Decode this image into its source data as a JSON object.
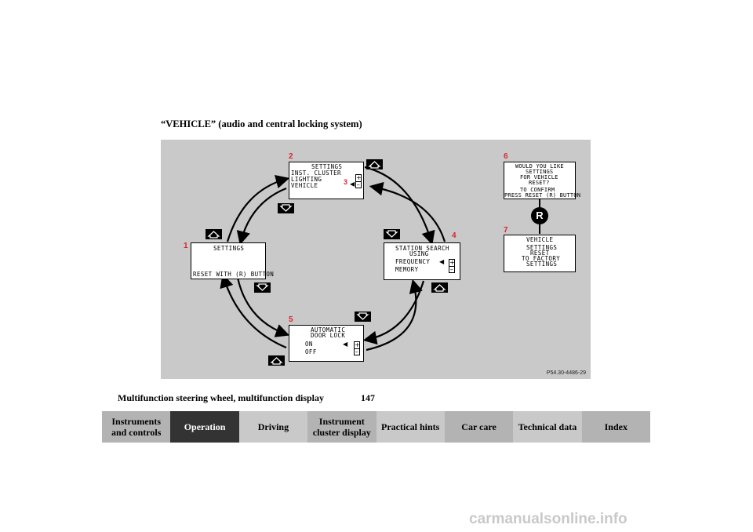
{
  "heading": "“VEHICLE” (audio and central locking system)",
  "screens": {
    "s1": {
      "number": "1",
      "lines": [
        "SETTINGS",
        "RESET WITH (R) BUTTON"
      ]
    },
    "s2": {
      "number": "2",
      "lines": [
        "SETTINGS",
        "INST. CLUSTER",
        "LIGHTING",
        "VEHICLE"
      ],
      "marker": "3"
    },
    "s4": {
      "number": "4",
      "lines": [
        "STATION SEARCH",
        "USING",
        "FREQUENCY",
        "MEMORY"
      ]
    },
    "s5": {
      "number": "5",
      "lines": [
        "AUTOMATIC",
        "DOOR LOCK",
        "ON",
        "OFF"
      ]
    },
    "s6": {
      "number": "6",
      "lines": [
        "WOULD YOU LIKE",
        "SETTINGS",
        "FOR VEHICLE",
        "RESET?",
        "TO CONFIRM",
        "PRESS RESET (R) BUTTON"
      ]
    },
    "s7": {
      "number": "7",
      "lines": [
        "VEHICLE",
        "SETTINGS",
        "RESET",
        "TO FACTORY",
        "SETTINGS"
      ]
    }
  },
  "reset_button_label": "R",
  "plus_sign": "+",
  "minus_sign": "–",
  "pointer_glyph": "◀",
  "figure_ref": "P54.30-4486-29",
  "footer": {
    "section_title": "Multifunction steering wheel, multifunction display",
    "page_number": "147"
  },
  "nav_tabs": [
    {
      "label": "Instruments and controls",
      "active": false
    },
    {
      "label": "Operation",
      "active": true
    },
    {
      "label": "Driving",
      "active": false
    },
    {
      "label": "Instrument cluster display",
      "active": false
    },
    {
      "label": "Practical hints",
      "active": false
    },
    {
      "label": "Car care",
      "active": false
    },
    {
      "label": "Technical data",
      "active": false
    },
    {
      "label": "Index",
      "active": false
    }
  ],
  "watermark": "carmanualsonline.info",
  "colors": {
    "accent_red": "#d8262f",
    "tab_active": "#333333",
    "tab_inactive": "#b3b3b3",
    "diagram_bg": "#c9c9c9"
  }
}
